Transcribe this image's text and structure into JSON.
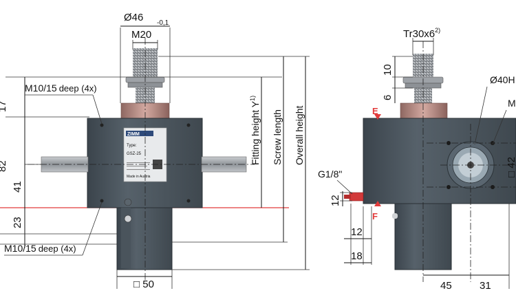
{
  "left_view": {
    "dim_top_diameter": "Ø46",
    "dim_top_tolerance": "-0,1",
    "dim_thread": "M20",
    "callout_upper": "M10/15",
    "callout_upper_suffix": "deep (4x)",
    "callout_lower": "M10/15",
    "callout_lower_suffix": "deep (4x)",
    "dim_17": "17",
    "dim_82": "82",
    "dim_41": "41",
    "dim_23": "23",
    "dim_square": "□ 50",
    "label_fitting": "Fitting height Y",
    "label_fitting_sup": "1)",
    "label_screw": "Screw length",
    "label_overall": "Overall height"
  },
  "right_view": {
    "dim_thread": "Tr30x6",
    "dim_thread_sup": "2)",
    "dim_10": "10",
    "dim_6": "6",
    "dim_circle": "Ø40H",
    "callout_m": "M",
    "marker_e": "E",
    "marker_f": "F",
    "dim_g": "G1/8\"",
    "dim_12v": "12",
    "dim_12h": "12",
    "dim_18": "18",
    "dim_42": "□ 42",
    "dim_45": "45",
    "dim_31": "31"
  },
  "plate": {
    "brand": "ZIMM",
    "line1": "Type:",
    "line2": "GSZ-25",
    "line3": "Made in Austria"
  },
  "colors": {
    "body": "#4f5962",
    "body_dark": "#3a4249",
    "shaft": "#a7abb0",
    "bronze": "#b98a83",
    "red": "#e23b3b"
  }
}
